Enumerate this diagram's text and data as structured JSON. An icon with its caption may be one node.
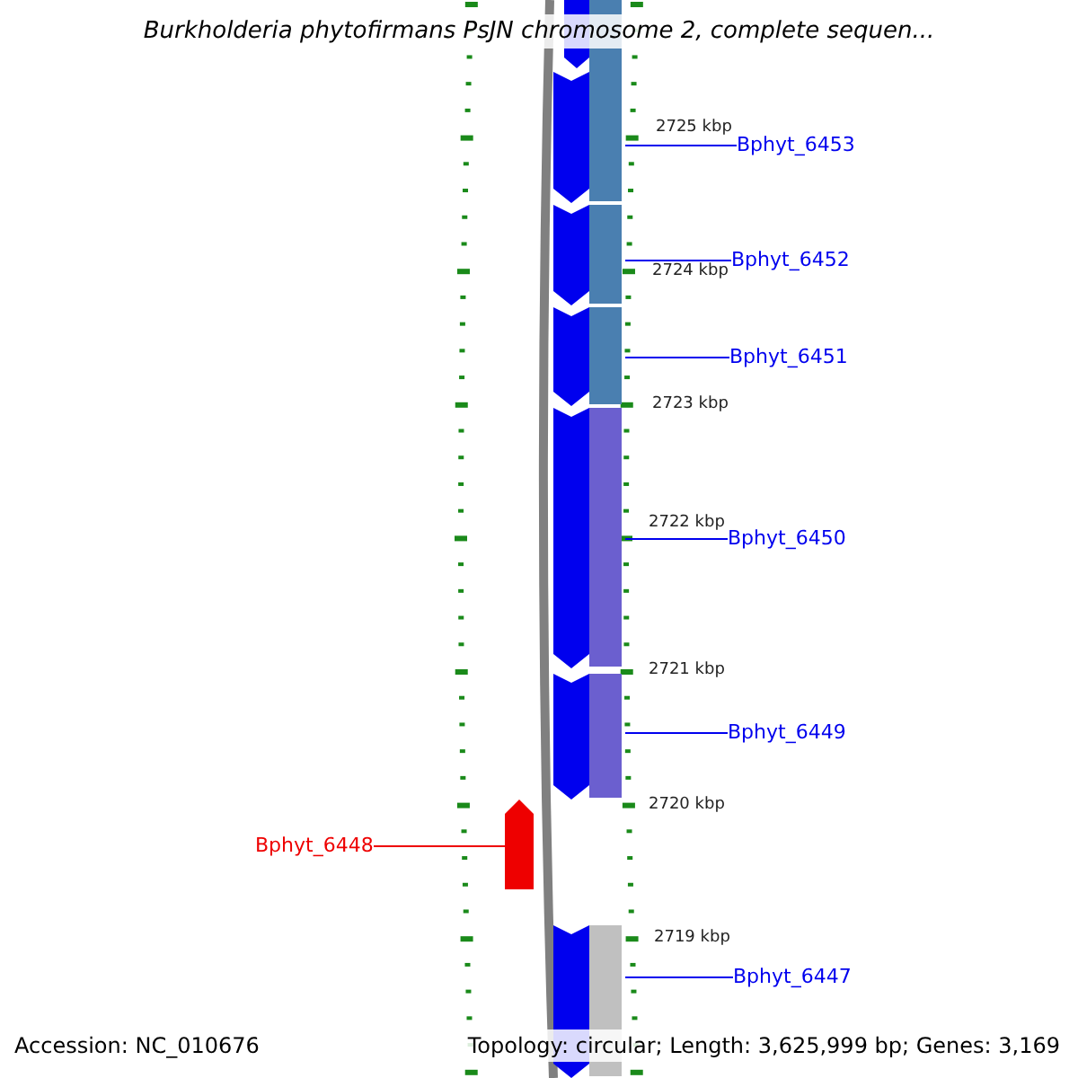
{
  "diagram": {
    "title": "Burkholderia phytofirmans PsJN chromosome 2, complete sequen...",
    "nodes": [
      {
        "text": [
          "Bphyt_6453"
        ]
      },
      {
        "text": [
          "Bphyt_6452"
        ]
      },
      {
        "text": [
          "Bphyt_6451"
        ]
      },
      {
        "text": [
          "Bphyt_6450"
        ]
      },
      {
        "text": [
          "Bphyt_6449"
        ]
      },
      {
        "text": [
          "Bphyt_6448"
        ]
      },
      {
        "text": [
          "Bphyt_6447"
        ]
      },
      {
        "text": [],
        "shape": "box"
      },
      {
        "text": [],
        "shape": "box"
      },
      {
        "text": [],
        "shape": "box"
      },
      {
        "text": [],
        "shape": "box"
      },
      {
        "text": [],
        "shape": "box"
      },
      {
        "text": [],
        "shape": "box"
      },
      {
        "text": [],
        "shape": "box"
      }
    ],
    "edges": [
      {
        "from": 0,
        "to": 7,
        "arrow": "none"
      },
      {
        "from": 1,
        "to": 8,
        "arrow": "none"
      },
      {
        "from": 2,
        "to": 9,
        "arrow": "none"
      },
      {
        "from": 3,
        "to": 10,
        "arrow": "none"
      },
      {
        "from": 4,
        "to": 11,
        "arrow": "none"
      },
      {
        "from": 5,
        "to": 12,
        "arrow": "none",
        "color": "#ee0000"
      },
      {
        "from": 6,
        "to": 13,
        "arrow": "none"
      }
    ],
    "labels": [
      "2725 kbp",
      "2724 kbp",
      "2723 kbp",
      "2722 kbp",
      "2721 kbp",
      "2720 kbp",
      "2719 kbp",
      "Accession: NC_010676",
      "Topology: circular; Length: 3,625,999 bp; Genes: 3,169"
    ]
  }
}
